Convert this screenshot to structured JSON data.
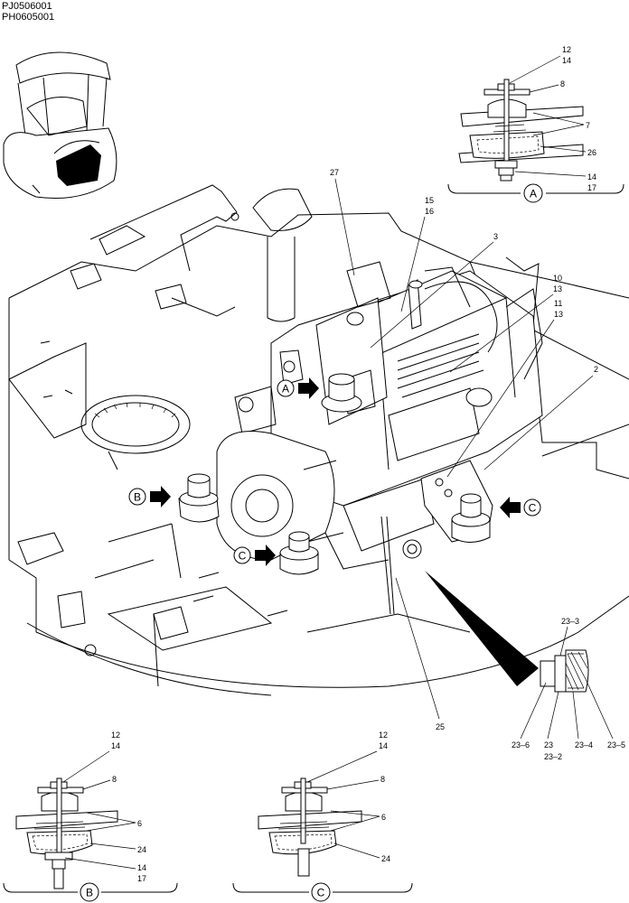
{
  "header": {
    "code_1": "PJ0506001",
    "code_2": "PH0605001"
  },
  "main_callouts": {
    "c27": "27",
    "c15": "15",
    "c16": "16",
    "c3": "3",
    "c10": "10",
    "c13a": "13",
    "c11": "11",
    "c13b": "13",
    "c2": "2",
    "c25": "25"
  },
  "view_markers": {
    "a": "A",
    "b": "B",
    "c": "C"
  },
  "detail_a": {
    "view": "A",
    "callouts": {
      "c12": "12",
      "c14a": "14",
      "c8": "8",
      "c7": "7",
      "c26": "26",
      "c14b": "14",
      "c17": "17"
    }
  },
  "detail_b": {
    "view": "B",
    "callouts": {
      "c12": "12",
      "c14a": "14",
      "c8": "8",
      "c6": "6",
      "c24": "24",
      "c14b": "14",
      "c17": "17"
    }
  },
  "detail_c": {
    "view": "C",
    "callouts": {
      "c12": "12",
      "c14": "14",
      "c8": "8",
      "c6": "6",
      "c24": "24"
    }
  },
  "detail_23": {
    "callouts": {
      "c23_3": "23–3",
      "c23_6": "23–6",
      "c23": "23",
      "c23_2": "23–2",
      "c23_4": "23–4",
      "c23_5": "23–5"
    }
  }
}
